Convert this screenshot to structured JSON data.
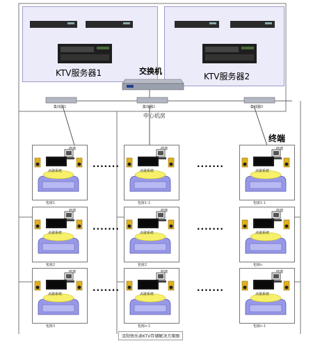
{
  "server_group_1": {
    "label": "KTV服务器1"
  },
  "server_group_2": {
    "label": "KTV服务器2"
  },
  "core_switch": {
    "label": "交换机"
  },
  "access_switches": [
    {
      "label": "集线器1"
    },
    {
      "label": "集线器2"
    },
    {
      "label": "集线器3"
    }
  ],
  "center_room": {
    "label": "中心机房"
  },
  "terminal": {
    "label": "终端"
  },
  "room_parts": {
    "terminal": "终端",
    "system": "点歌系统"
  },
  "dots": "·······",
  "rooms": [
    {
      "caption": "包房1"
    },
    {
      "caption": "包房1-1"
    },
    {
      "caption": "包房1-1"
    },
    {
      "caption": "包房2"
    },
    {
      "caption": "包房2"
    },
    {
      "caption": "包房n"
    },
    {
      "caption": "包房3"
    },
    {
      "caption": "包房n-1"
    },
    {
      "caption": "包房n-1"
    }
  ],
  "footer_caption": "沈阳快乐迪KTV存储解决方案图"
}
